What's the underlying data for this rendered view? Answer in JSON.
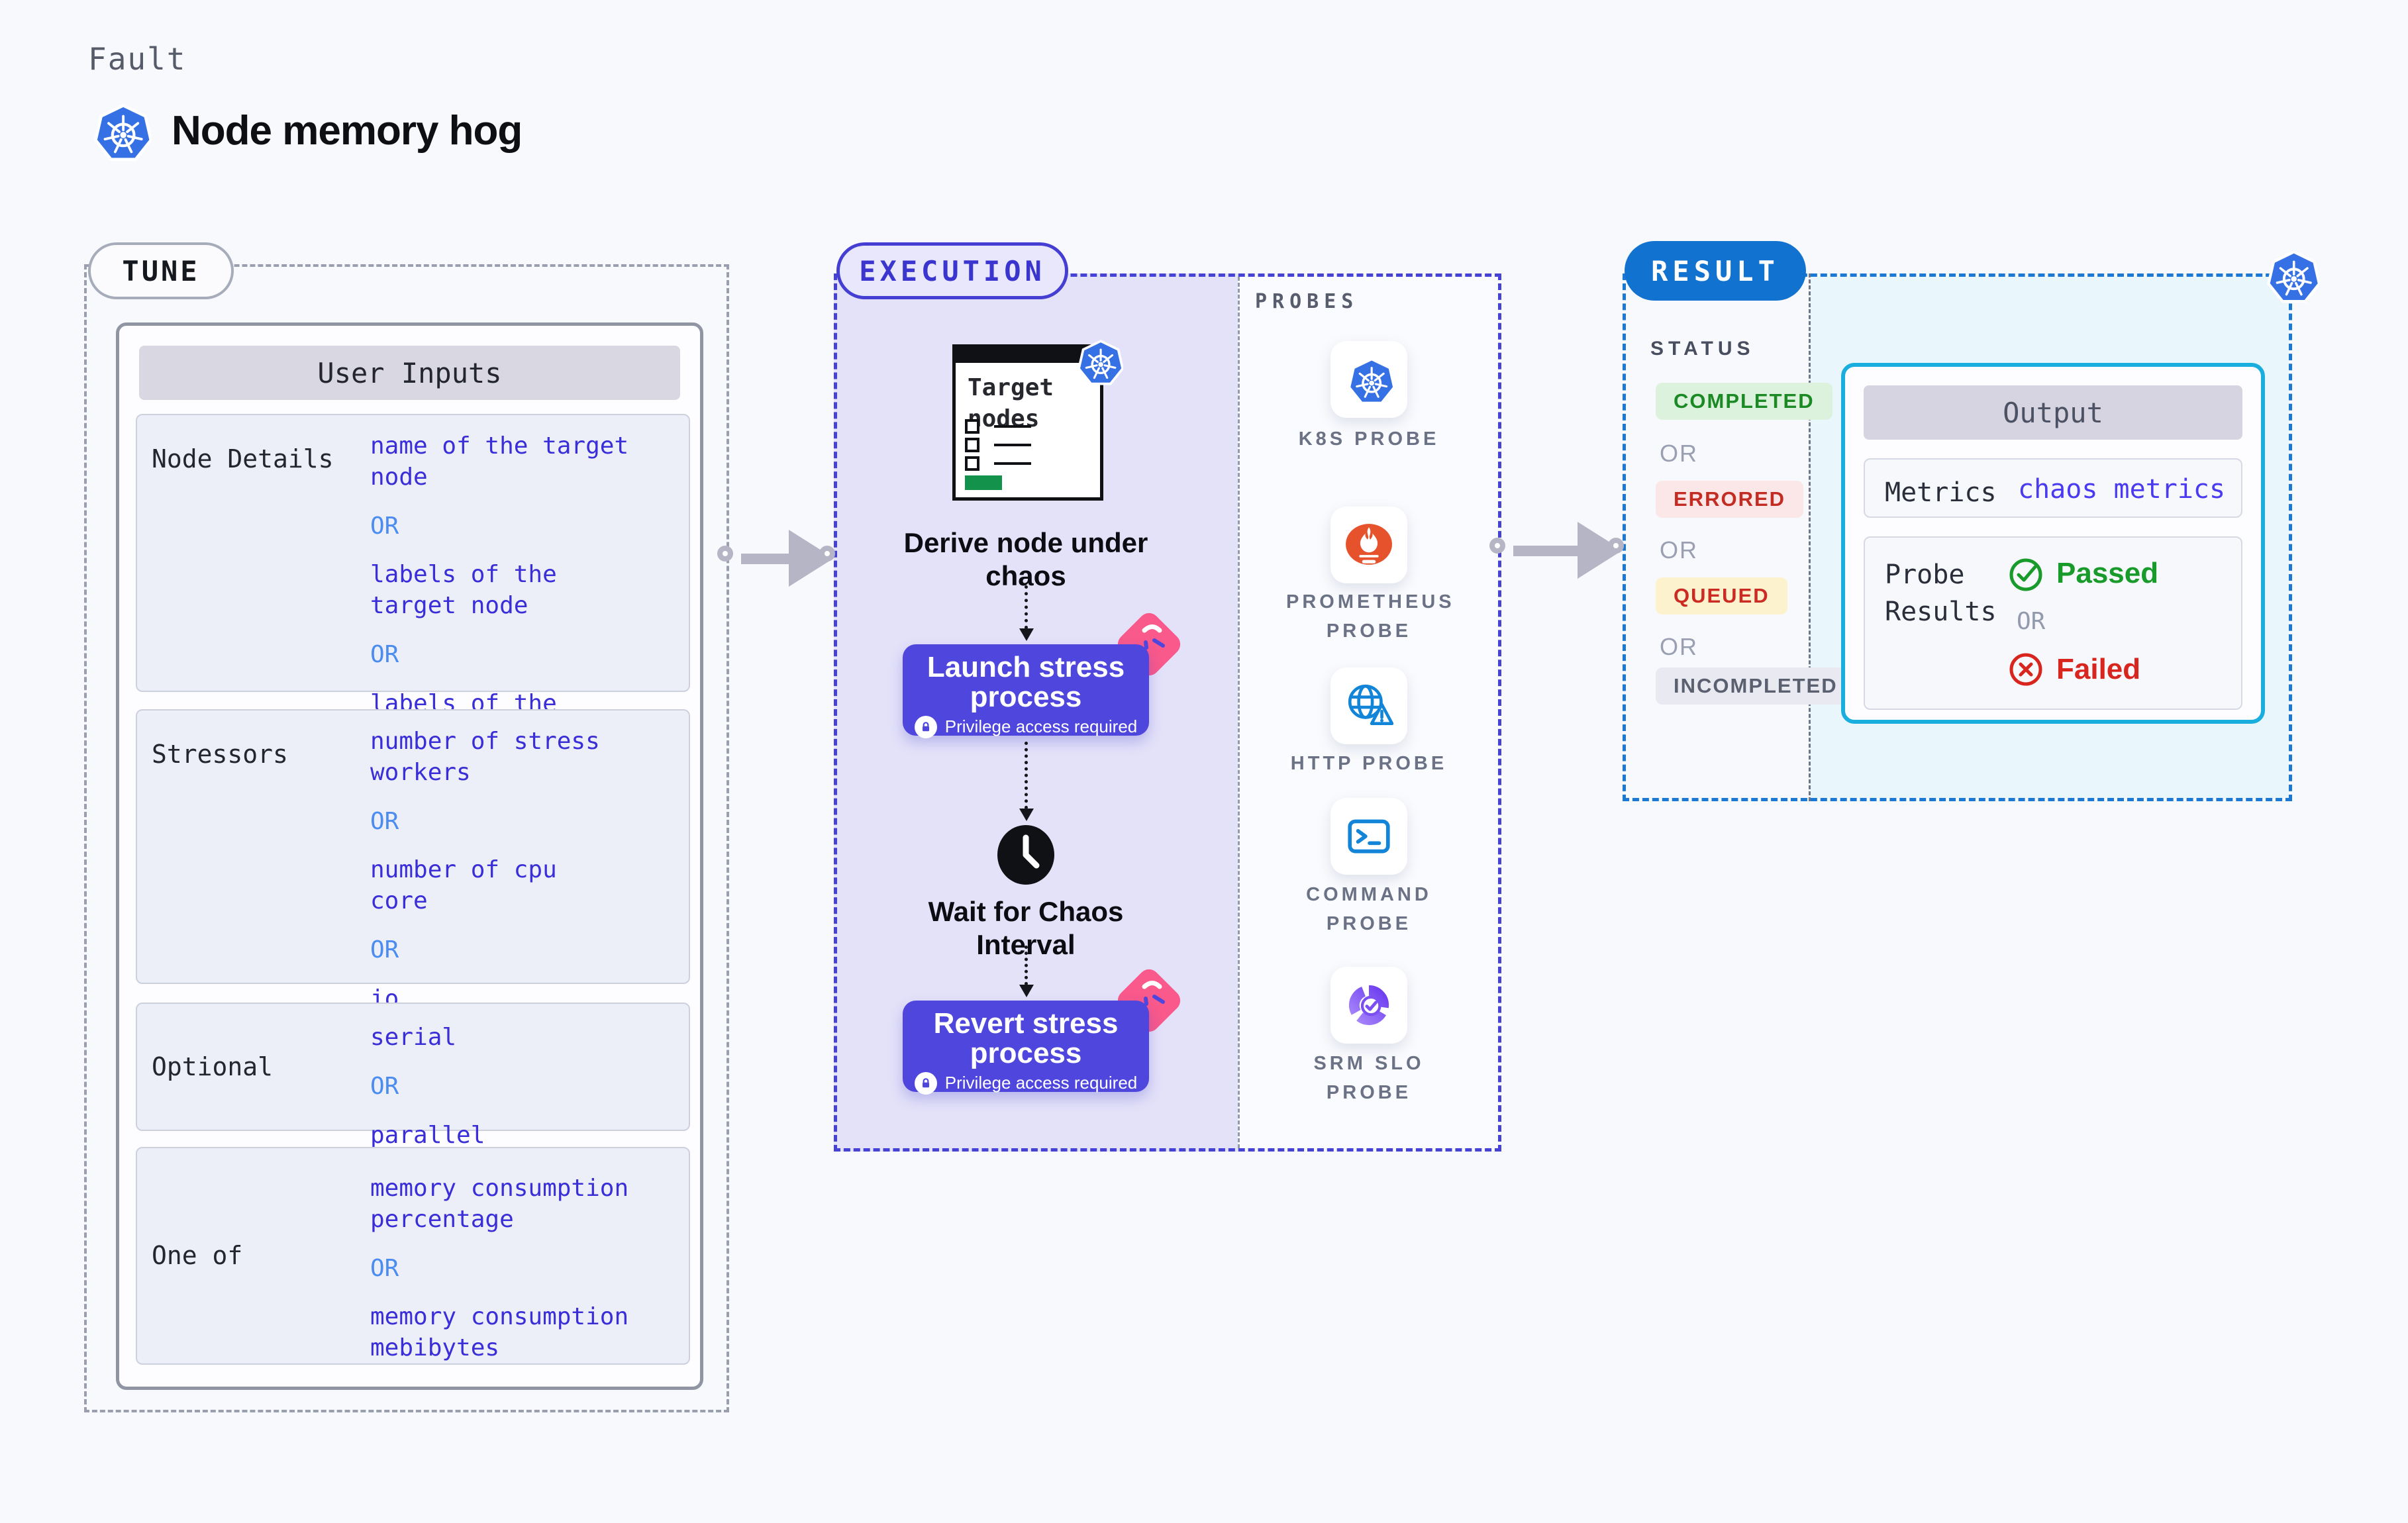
{
  "header": {
    "category": "Fault",
    "title": "Node memory hog",
    "title_icon": "kubernetes-icon"
  },
  "tune": {
    "badge": "TUNE",
    "card_title": "User Inputs",
    "rows": [
      {
        "label": "Node Details",
        "options": [
          "name of the target\nnode",
          "OR",
          "labels of the\ntarget node",
          "OR",
          "labels of the application\n scheduled on target node"
        ]
      },
      {
        "label": "Stressors",
        "options": [
          "number of stress\nworkers",
          "OR",
          "number of cpu\ncore",
          "OR",
          "io"
        ]
      },
      {
        "label": "Optional",
        "options": [
          "serial",
          "OR",
          "parallel"
        ]
      },
      {
        "label": "One of",
        "options": [
          "memory consumption\npercentage",
          "OR",
          "memory consumption\nmebibytes"
        ]
      }
    ]
  },
  "execution": {
    "badge": "EXECUTION",
    "target_card": {
      "title": "Target nodes",
      "icon": "kubernetes-icon"
    },
    "steps": {
      "derive": "Derive node under chaos",
      "launch": "Launch stress process",
      "launch_note": "Privilege access required",
      "wait": "Wait for Chaos Interval",
      "revert": "Revert stress process",
      "revert_note": "Privilege access required"
    }
  },
  "probes": {
    "label": "PROBES",
    "items": [
      {
        "label": "K8S PROBE",
        "icon": "kubernetes-probe-icon"
      },
      {
        "label": "PROMETHEUS PROBE",
        "icon": "prometheus-probe-icon"
      },
      {
        "label": "HTTP PROBE",
        "icon": "http-probe-icon"
      },
      {
        "label": "COMMAND PROBE",
        "icon": "command-probe-icon"
      },
      {
        "label": "SRM SLO PROBE",
        "icon": "srm-slo-probe-icon"
      }
    ]
  },
  "result": {
    "badge": "RESULT",
    "status_label": "STATUS",
    "or_label": "OR",
    "statuses": [
      {
        "label": "COMPLETED",
        "kind": "completed",
        "color": "#1b8a24",
        "bg": "#dcf2dc"
      },
      {
        "label": "ERRORED",
        "kind": "errored",
        "color": "#c32c22",
        "bg": "#fbe7e7"
      },
      {
        "label": "QUEUED",
        "kind": "queued",
        "color": "#cc2b23",
        "bg": "#fcf2ce"
      },
      {
        "label": "INCOMPLETED",
        "kind": "incompleted",
        "color": "#5b6070",
        "bg": "#e9eaf1"
      }
    ],
    "output": {
      "title": "Output",
      "metrics_label": "Metrics",
      "metrics_value": "chaos metrics",
      "probe_results_label": "Probe Results",
      "passed": "Passed",
      "or_label": "OR",
      "failed": "Failed"
    }
  },
  "colors": {
    "canvas_bg": "#f8f9fd",
    "value_blue": "#3a2ed8",
    "or_blue": "#4b8cf0",
    "execution_accent": "#4542d4",
    "execution_fill": "#e4e2f9",
    "button_indigo": "#4f46dd",
    "flag_pink": "#f9598b",
    "result_blue": "#1173cf",
    "output_border": "#19aede",
    "passed_green": "#189b2a",
    "failed_red": "#d8251d",
    "kubernetes_blue": "#3570e4"
  }
}
